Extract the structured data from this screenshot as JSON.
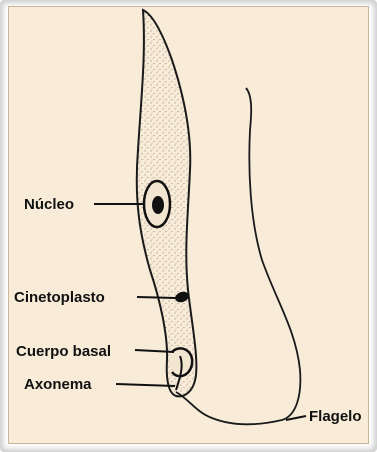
{
  "labels": {
    "nucleus": "Núcleo",
    "kinetoplast": "Cinetoplasto",
    "basal_body": "Cuerpo basal",
    "axoneme": "Axonema",
    "flagellum": "Flagelo"
  },
  "colors": {
    "background": "#f8ecd9",
    "stipple": "#7a6d5c",
    "outline": "#1a1a1a",
    "organelle": "#111111"
  }
}
